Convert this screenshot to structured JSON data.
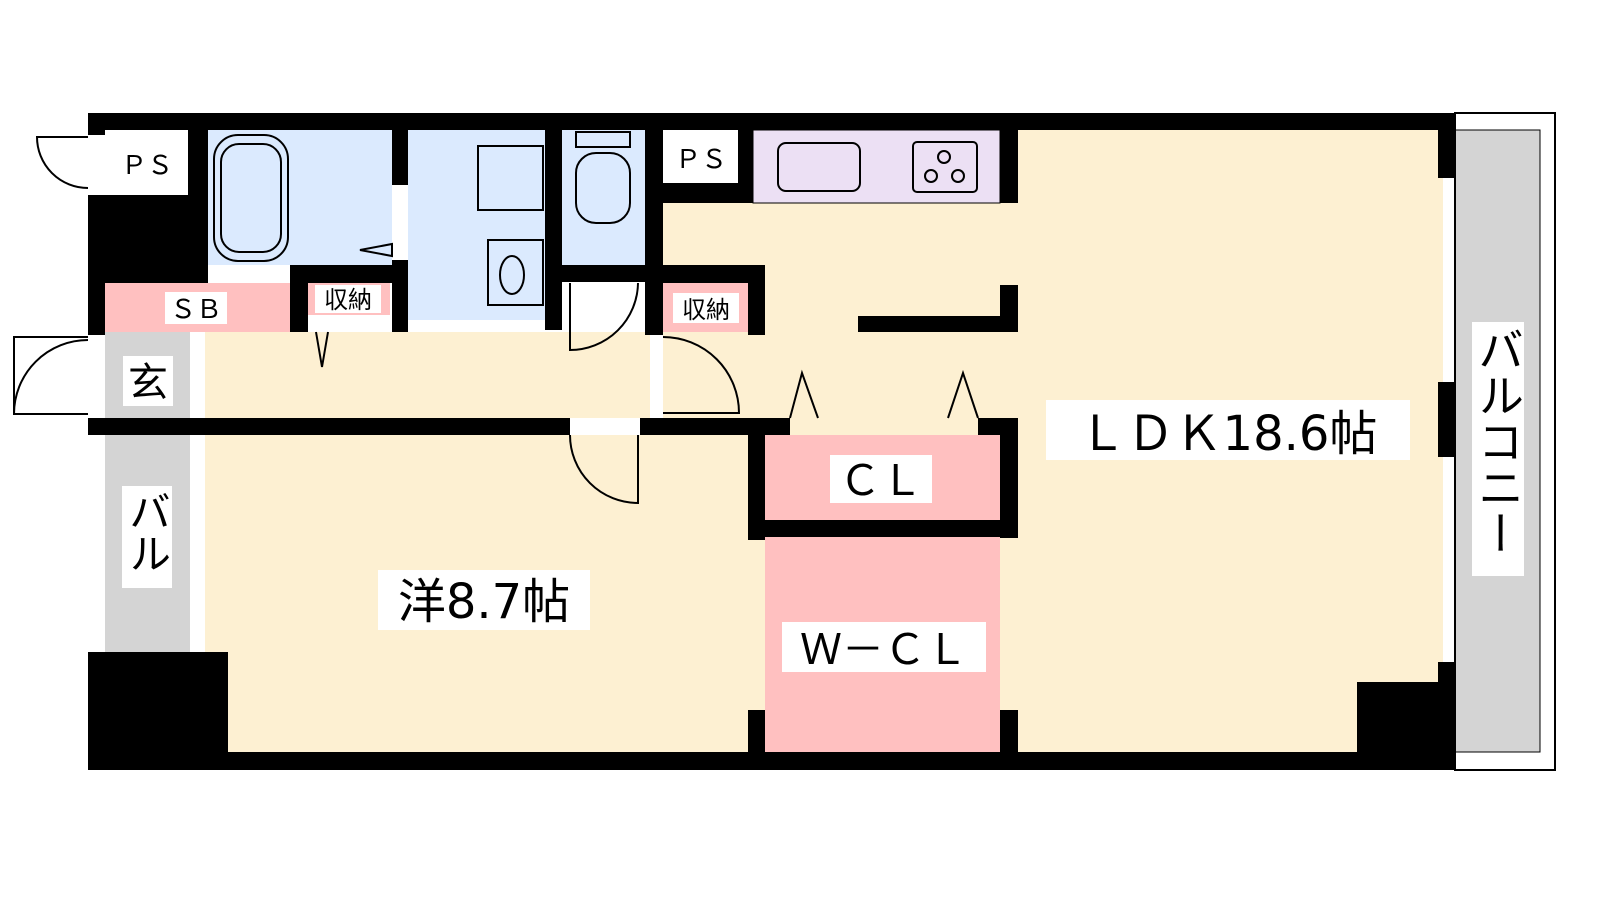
{
  "colors": {
    "floor": "#fdf0d2",
    "wet": "#dbeafe",
    "storage": "#ffc0c0",
    "entry": "#d4d4d4",
    "kitchen": "#ece0f4",
    "wall": "#000000"
  },
  "rooms": {
    "ps_left": "ＰＳ",
    "ps_right": "ＰＳ",
    "shoe_box": "ＳＢ",
    "storage_hall": "収納",
    "storage_kitchen": "収納",
    "entrance": "玄",
    "balcony_small": "バル",
    "western_room": "洋8.7帖",
    "closet": "ＣＬ",
    "walk_in_closet": "Ｗ－ＣＬ",
    "ldk": "ＬＤＫ18.6帖",
    "balcony": "バルコニー"
  }
}
